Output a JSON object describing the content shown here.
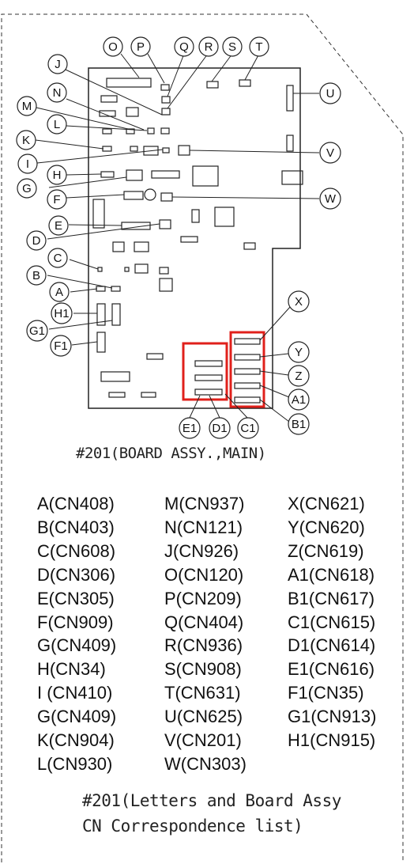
{
  "board_caption": "#201(BOARD ASSY.,MAIN)",
  "list_caption_line1": "#201(Letters and Board Assy",
  "list_caption_line2": "CN Correspondence list)",
  "callouts": {
    "O": "O",
    "P": "P",
    "Q": "Q",
    "R": "R",
    "S": "S",
    "T": "T",
    "J": "J",
    "N": "N",
    "M": "M",
    "L": "L",
    "K": "K",
    "I": "I",
    "H": "H",
    "G": "G",
    "F": "F",
    "E": "E",
    "D": "D",
    "C": "C",
    "B": "B",
    "A": "A",
    "H1": "H1",
    "G1": "G1",
    "F1": "F1",
    "U": "U",
    "V": "V",
    "W": "W",
    "X": "X",
    "Y": "Y",
    "Z": "Z",
    "A1": "A1",
    "B1": "B1",
    "E1": "E1",
    "D1": "D1",
    "C1": "C1"
  },
  "cn_list": {
    "col1": [
      "A(CN408)",
      "B(CN403)",
      "C(CN608)",
      "D(CN306)",
      "E(CN305)",
      "F(CN909)",
      "G(CN409)",
      "H(CN34)",
      "I (CN410)",
      "G(CN409)",
      "K(CN904)",
      "L(CN930)"
    ],
    "col2": [
      "M(CN937)",
      "N(CN121)",
      "J(CN926)",
      "O(CN120)",
      "P(CN209)",
      "Q(CN404)",
      "R(CN936)",
      "S(CN908)",
      "T(CN631)",
      "U(CN625)",
      "V(CN201)",
      "W(CN303)"
    ],
    "col3": [
      "X(CN621)",
      "Y(CN620)",
      "Z(CN619)",
      "A1(CN618)",
      "B1(CN617)",
      "C1(CN615)",
      "D1(CN614)",
      "E1(CN616)",
      "F1(CN35)",
      "G1(CN913)",
      "H1(CN915)"
    ]
  },
  "colors": {
    "highlight": "#e0201b",
    "line": "#222222"
  }
}
